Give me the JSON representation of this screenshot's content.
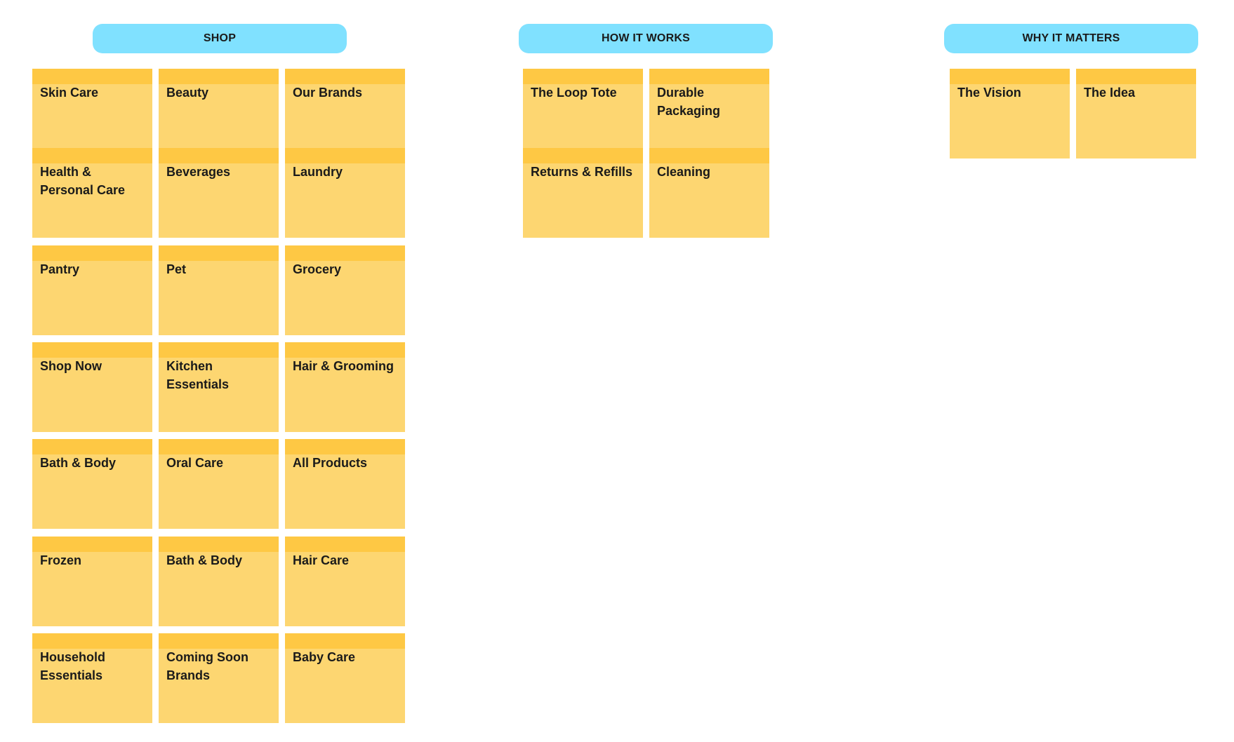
{
  "columns": {
    "shop": {
      "title": "SHOP",
      "notes": [
        "Skin Care",
        "Beauty",
        "Our Brands",
        "Health & Personal Care",
        "Beverages",
        "Laundry",
        "Pantry",
        "Pet",
        "Grocery",
        "Shop Now",
        "Kitchen Essentials",
        "Hair & Grooming",
        "Bath & Body",
        "Oral Care",
        "All Products",
        "Frozen",
        "Bath & Body",
        "Hair Care",
        "Household Essentials",
        "Coming Soon Brands",
        "Baby Care"
      ]
    },
    "how": {
      "title": "HOW IT WORKS",
      "notes": [
        "The Loop Tote",
        "Durable Packaging",
        "Returns & Refills",
        "Cleaning"
      ]
    },
    "why": {
      "title": "WHY IT MATTERS",
      "notes": [
        "The Vision",
        "The Idea"
      ]
    }
  },
  "colors": {
    "header": "#80e1ff",
    "note_body": "#fdd671",
    "note_strip": "#fec844",
    "text": "#1a1a1a"
  }
}
